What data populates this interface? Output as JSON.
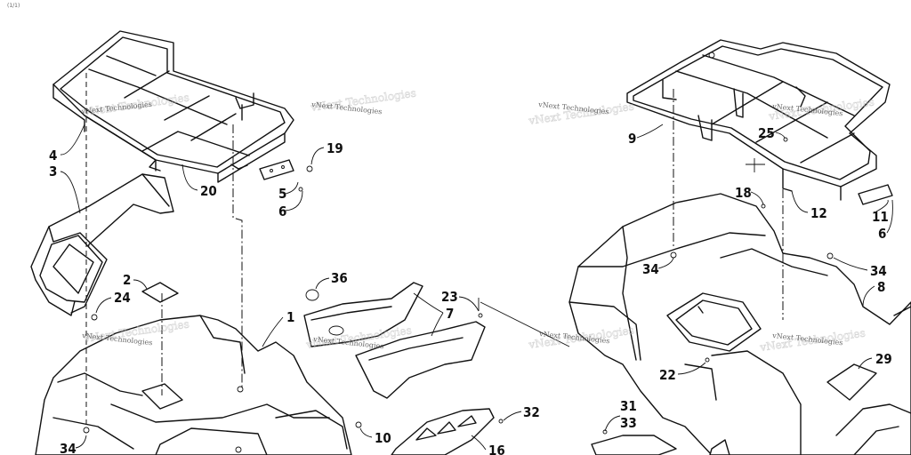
{
  "corner_mark": "(1/1)",
  "watermark_text": "vNext Technologies",
  "callouts": {
    "c4": "4",
    "c3": "3",
    "c20": "20",
    "c19": "19",
    "c5": "5",
    "c6a": "6",
    "c2": "2",
    "c24": "24",
    "c36": "36",
    "c1": "1",
    "c23": "23",
    "c7": "7",
    "c34a": "34",
    "c10": "10",
    "c32": "32",
    "c16": "16",
    "c9": "9",
    "c25": "25",
    "c18": "18",
    "c12": "12",
    "c11": "11",
    "c6b": "6",
    "c34b": "34",
    "c34c": "34",
    "c8": "8",
    "c22": "22",
    "c29": "29",
    "c31": "31",
    "c33": "33"
  }
}
